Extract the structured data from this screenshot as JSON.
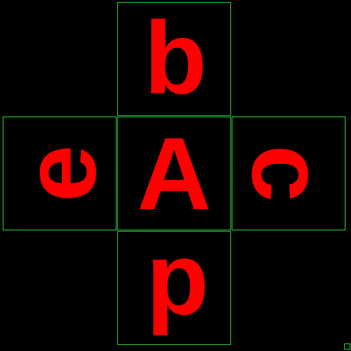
{
  "colors": {
    "background": "#000000",
    "grid_line": "#2ecc40",
    "letter": "#ff0000"
  },
  "cube_net": {
    "top": {
      "letter": "b"
    },
    "left": {
      "letter": "e"
    },
    "center": {
      "letter": "A"
    },
    "right": {
      "letter": "c"
    },
    "bottom": {
      "letter": "p"
    }
  }
}
